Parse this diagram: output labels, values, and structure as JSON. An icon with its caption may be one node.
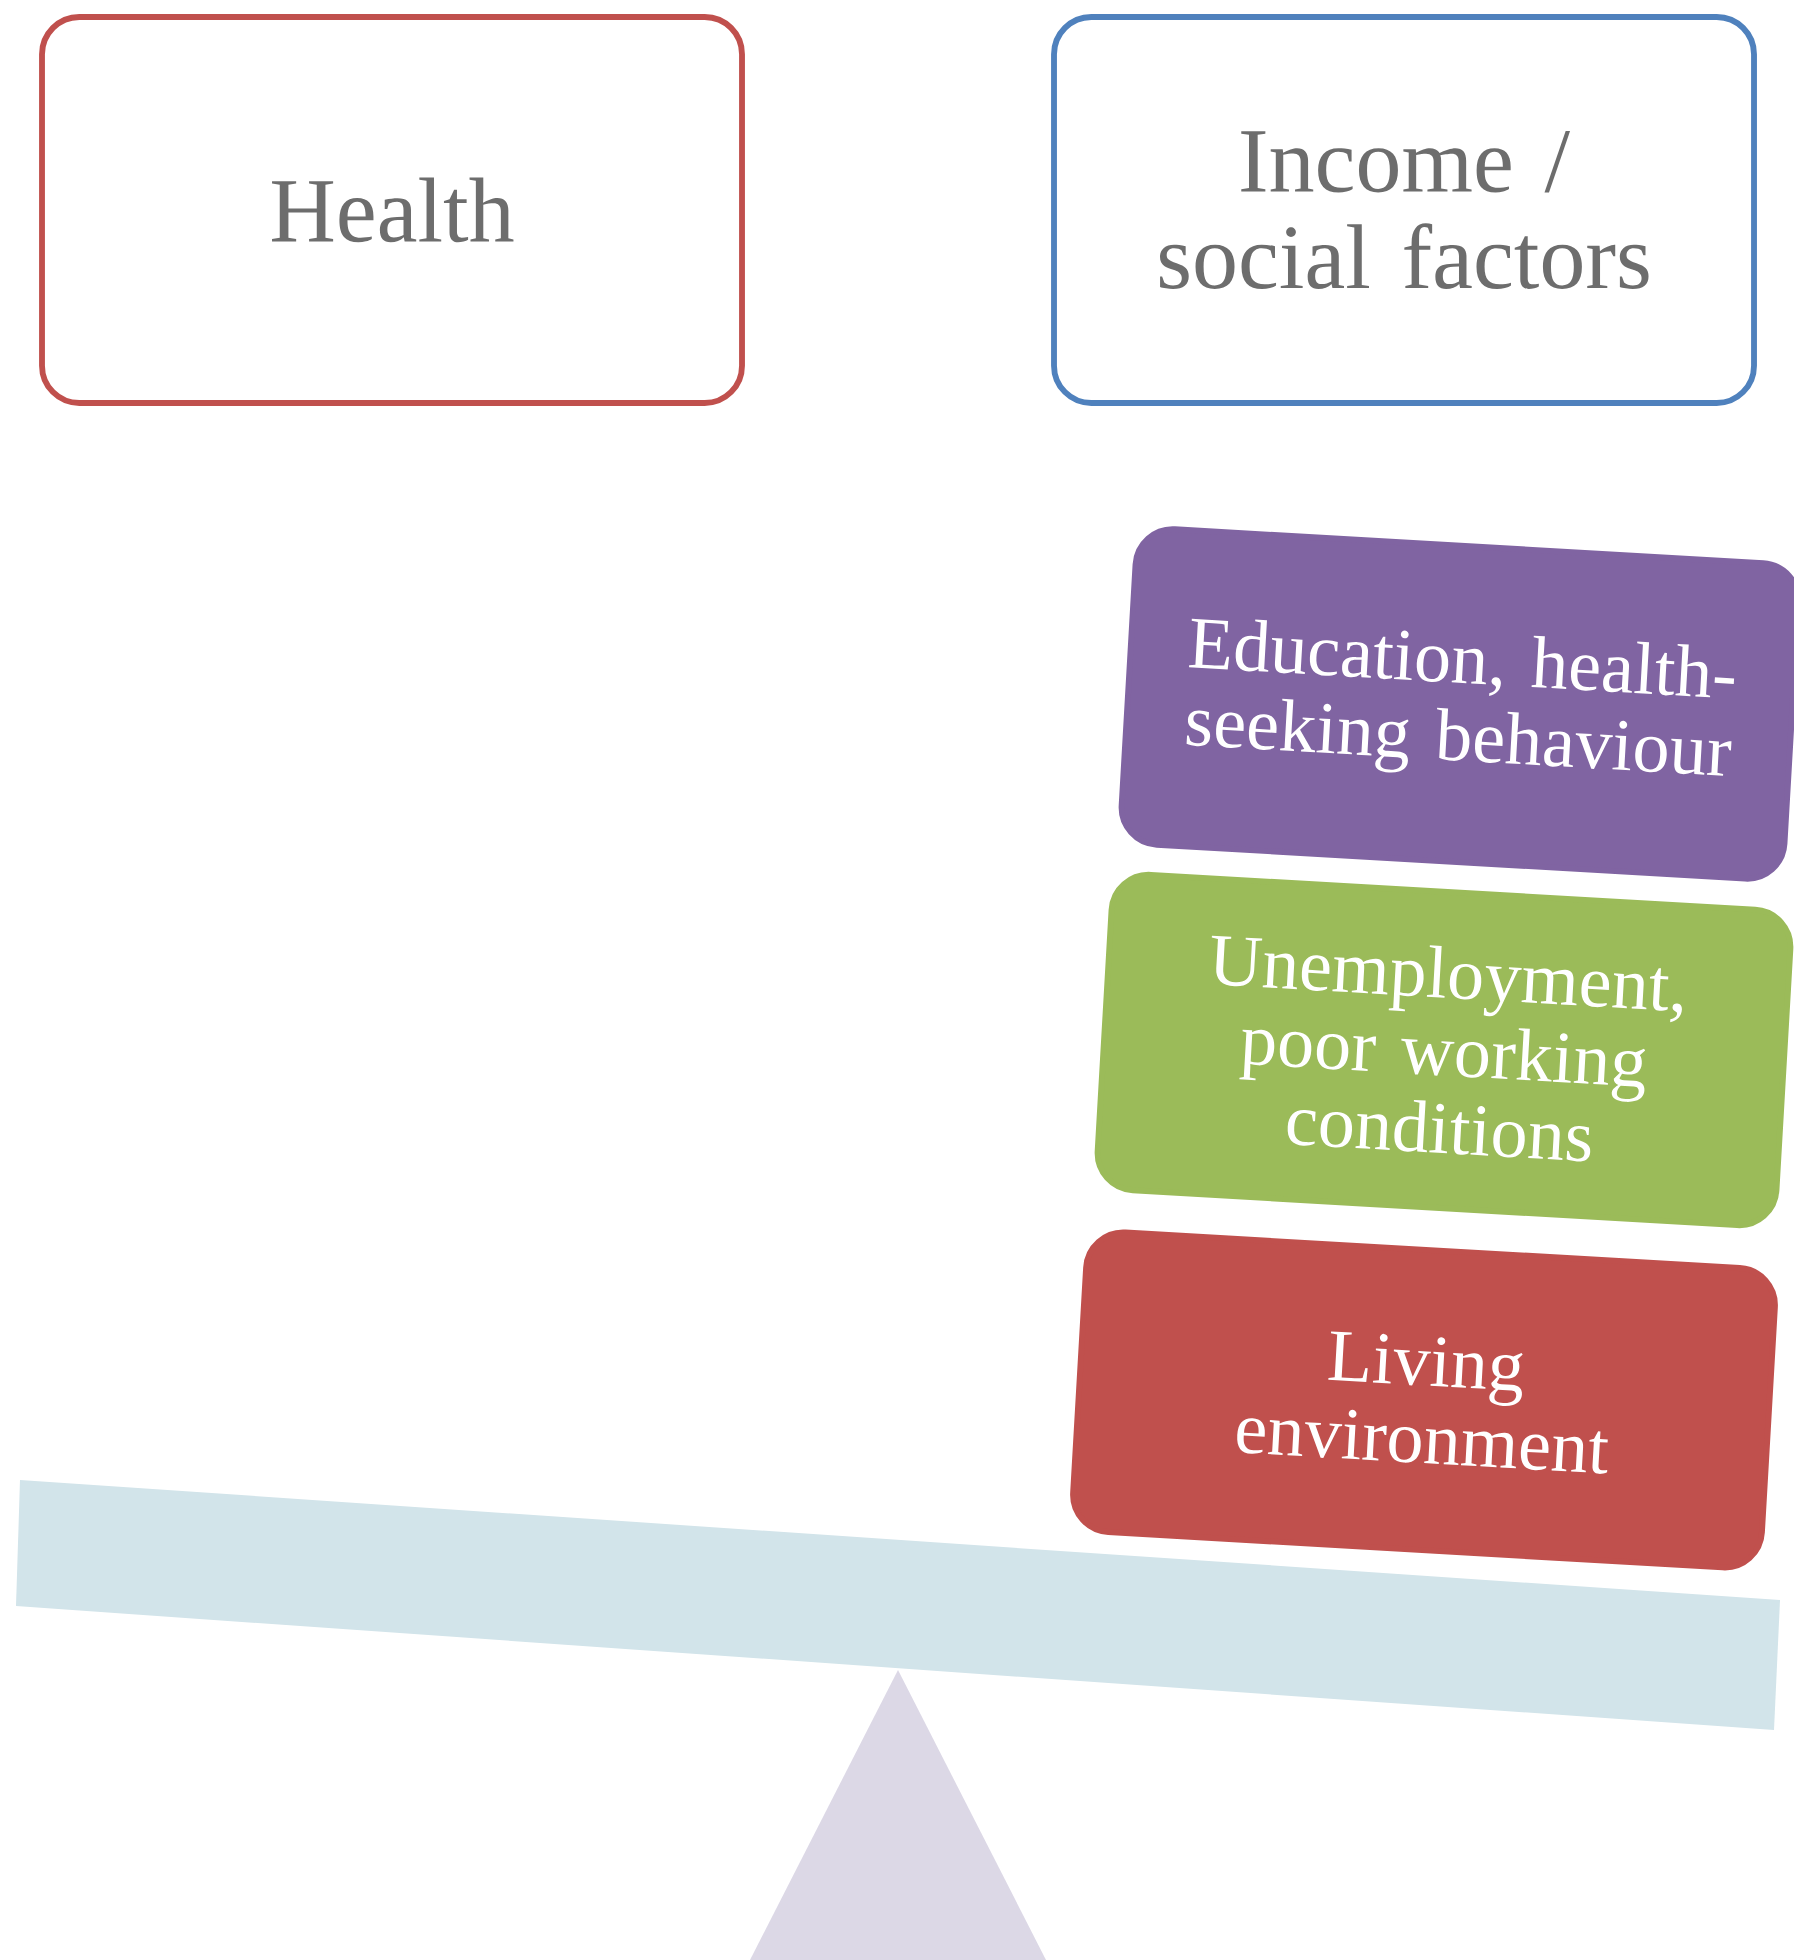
{
  "diagram": {
    "nodes": [
      {
        "text": [
          "Health"
        ]
      },
      {
        "text": [
          "Income / social factors"
        ]
      },
      {
        "text": [
          "Education, health-seeking behaviour"
        ]
      },
      {
        "text": [
          "Unemployment, poor working conditions"
        ]
      },
      {
        "text": [
          "Living environment"
        ]
      }
    ]
  }
}
